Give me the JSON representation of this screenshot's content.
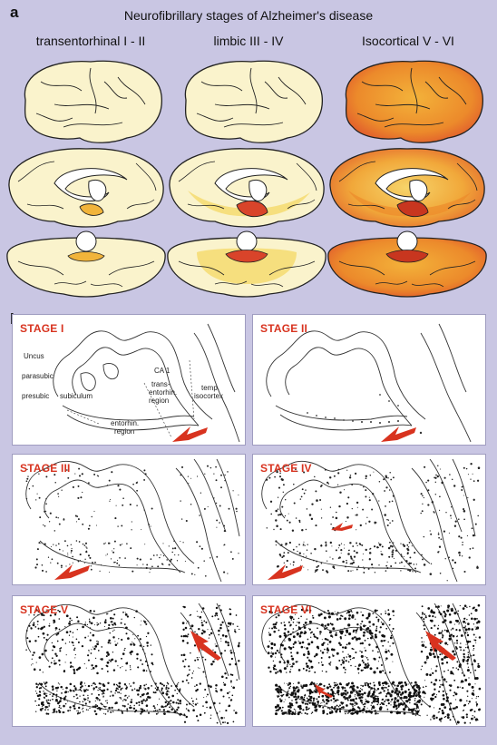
{
  "panel_a": {
    "letter": "a",
    "title": "Neurofibrillary stages of Alzheimer's disease",
    "columns": [
      {
        "label": "transentorhinal I - II"
      },
      {
        "label": "limbic III - IV"
      },
      {
        "label": "Isocortical V - VI"
      }
    ],
    "colors": {
      "pale": "#faf3cc",
      "light": "#f6df7e",
      "mid": "#f1b43a",
      "orange": "#ec8a2b",
      "deep": "#e0522b",
      "red": "#c8361f"
    }
  },
  "panel_b": {
    "letter": "b",
    "stages": [
      {
        "label": "STAGE I"
      },
      {
        "label": "STAGE II"
      },
      {
        "label": "STAGE III"
      },
      {
        "label": "STAGE IV"
      },
      {
        "label": "STAGE V"
      },
      {
        "label": "STAGE VI"
      }
    ],
    "anatomy_labels": {
      "uncus": "Uncus",
      "parasubic": "parasubic",
      "presubic": "presubic",
      "subiculum": "subiculum",
      "ca1": "CA 1",
      "trans1": "trans-",
      "trans2": "entorhin.",
      "trans3": "region",
      "temp1": "temp.",
      "temp2": "isocortex",
      "ento1": "entorhin.",
      "ento2": "region"
    },
    "arrow_color": "#d8331f"
  }
}
